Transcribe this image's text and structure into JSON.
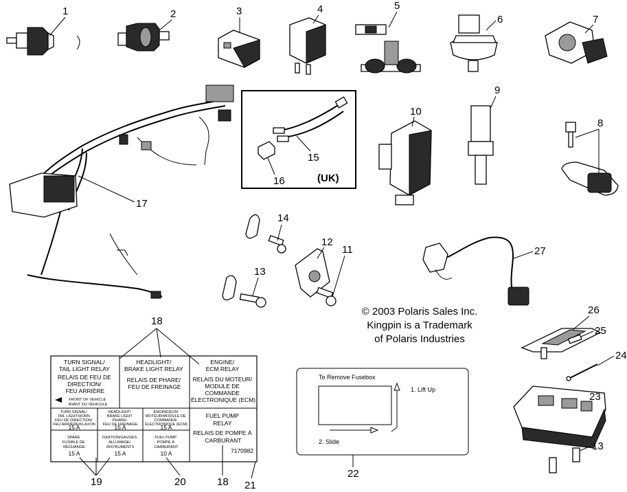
{
  "callouts": {
    "c1": "1",
    "c2": "2",
    "c3": "3",
    "c4": "4",
    "c5": "5",
    "c6": "6",
    "c7": "7",
    "c8": "8",
    "c9": "9",
    "c10": "10",
    "c11": "11",
    "c12": "12",
    "c13a": "13",
    "c13b": "13",
    "c14": "14",
    "c15": "15",
    "c16": "16",
    "c17": "17",
    "c18a": "18",
    "c18b": "18",
    "c19": "19",
    "c20": "20",
    "c21": "21",
    "c22": "22",
    "c23": "23",
    "c24": "24",
    "c25": "25",
    "c26": "26",
    "c27": "27"
  },
  "uk_inset": {
    "tag": "(UK)"
  },
  "copyright": {
    "line1": "© 2003 Polaris Sales Inc.",
    "line2": "Kingpin is a Trademark",
    "line3": "of Polaris Industries"
  },
  "fuse_label": {
    "top": {
      "turn": [
        "TURN SIGNAL/",
        "TAIL LIGHT RELAY",
        "RELAIS DE FEU DE",
        "DIRECTION/",
        "FEU ARRIÈRE"
      ],
      "head": [
        "HEADLIGHT/",
        "BRAKE LIGHT RELAY",
        "RELAIS DE PHARE/",
        "FEU DE FREINAGE"
      ],
      "ecm": [
        "ENGINE/",
        "ECM RELAY",
        "RELAIS DU MOTEUR/",
        "MODULE DE",
        "COMMANDE",
        "ÉLECTRONIQUE (ECM)"
      ]
    },
    "front_of_vehicle": [
      "FRONT OF VEHICLE",
      "AVANT DU VÉHICULE"
    ],
    "fuses_row1": [
      {
        "lines": [
          "TURN SIGNAL/",
          "TAIL LIGHT/HORN",
          "FEU DE DIRECTION/",
          "FEU ARRIÈRE/KLAXON"
        ],
        "amp": "15 A"
      },
      {
        "lines": [
          "HEADLIGHT/",
          "BRAKE LIGHT",
          "PHARE/",
          "FEU DE FREINAGE"
        ],
        "amp": "15 A"
      },
      {
        "lines": [
          "ENGINE/ECM",
          "MOTEUR/MODULE DE",
          "COMMANDE",
          "ÉLECTRONIQUE (ECM)"
        ],
        "amp": "15 A"
      }
    ],
    "fuses_row2": [
      {
        "lines": [
          "SPARE",
          "FUSIBLE DE",
          "RECHANGE"
        ],
        "amp": "15 A"
      },
      {
        "lines": [
          "IGNITION/GAUGES",
          "ALLUMAGE/",
          "INSTRUMENTS"
        ],
        "amp": "15 A"
      },
      {
        "lines": [
          "FUEL PUMP",
          "POMPE À",
          "CARBURANT"
        ],
        "amp": "10 A"
      }
    ],
    "fuel_relay": [
      "FUEL PUMP",
      "RELAY",
      "RELAIS DE POMPE À",
      "CARBURANT"
    ],
    "part_no": "7170982"
  },
  "fusebox_removal": {
    "title": "To Remove Fusebox",
    "step1": "1. Lift Up",
    "step2": "2. Slide"
  }
}
